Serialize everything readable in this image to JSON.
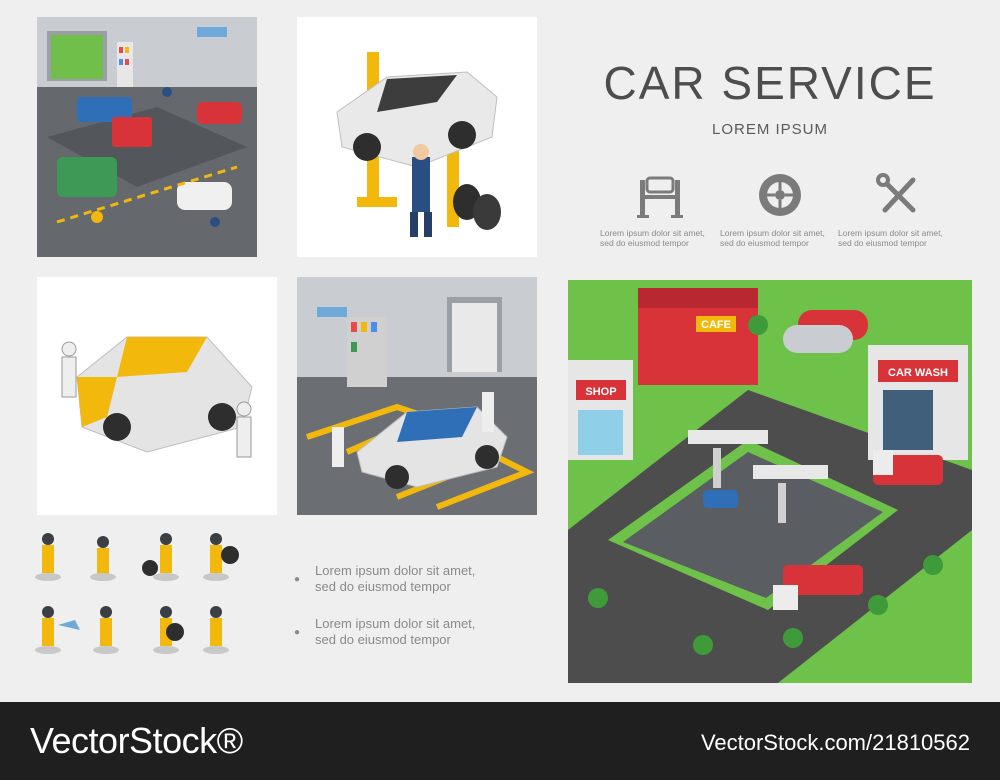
{
  "header": {
    "title": "CAR SERVICE",
    "subtitle": "LOREM IPSUM"
  },
  "features": [
    {
      "icon": "car-lift-icon",
      "line1": "Lorem ipsum dolor sit amet,",
      "line2": "sed do eiusmod tempor"
    },
    {
      "icon": "wheel-icon",
      "line1": "Lorem ipsum dolor sit amet,",
      "line2": "sed do eiusmod tempor"
    },
    {
      "icon": "wrench-screwdriver-icon",
      "line1": "Lorem ipsum dolor sit amet,",
      "line2": "sed do eiusmod tempor"
    }
  ],
  "bullets": [
    {
      "line1": "Lorem ipsum dolor sit amet,",
      "line2": "sed do eiusmod tempor"
    },
    {
      "line1": "Lorem ipsum dolor sit amet,",
      "line2": "sed do eiusmod tempor"
    }
  ],
  "station": {
    "cafe_sign": "CAFE",
    "shop_sign": "SHOP",
    "carwash_sign": "CAR WASH"
  },
  "footer": {
    "watermark": "VectorStock®",
    "image_id": "VectorStock.com/21810562"
  },
  "colors": {
    "background": "#efefef",
    "grass": "#6ec24a",
    "road": "#4d4d4d",
    "worker_yellow": "#f2b90c",
    "footer": "#1f1f1f"
  }
}
